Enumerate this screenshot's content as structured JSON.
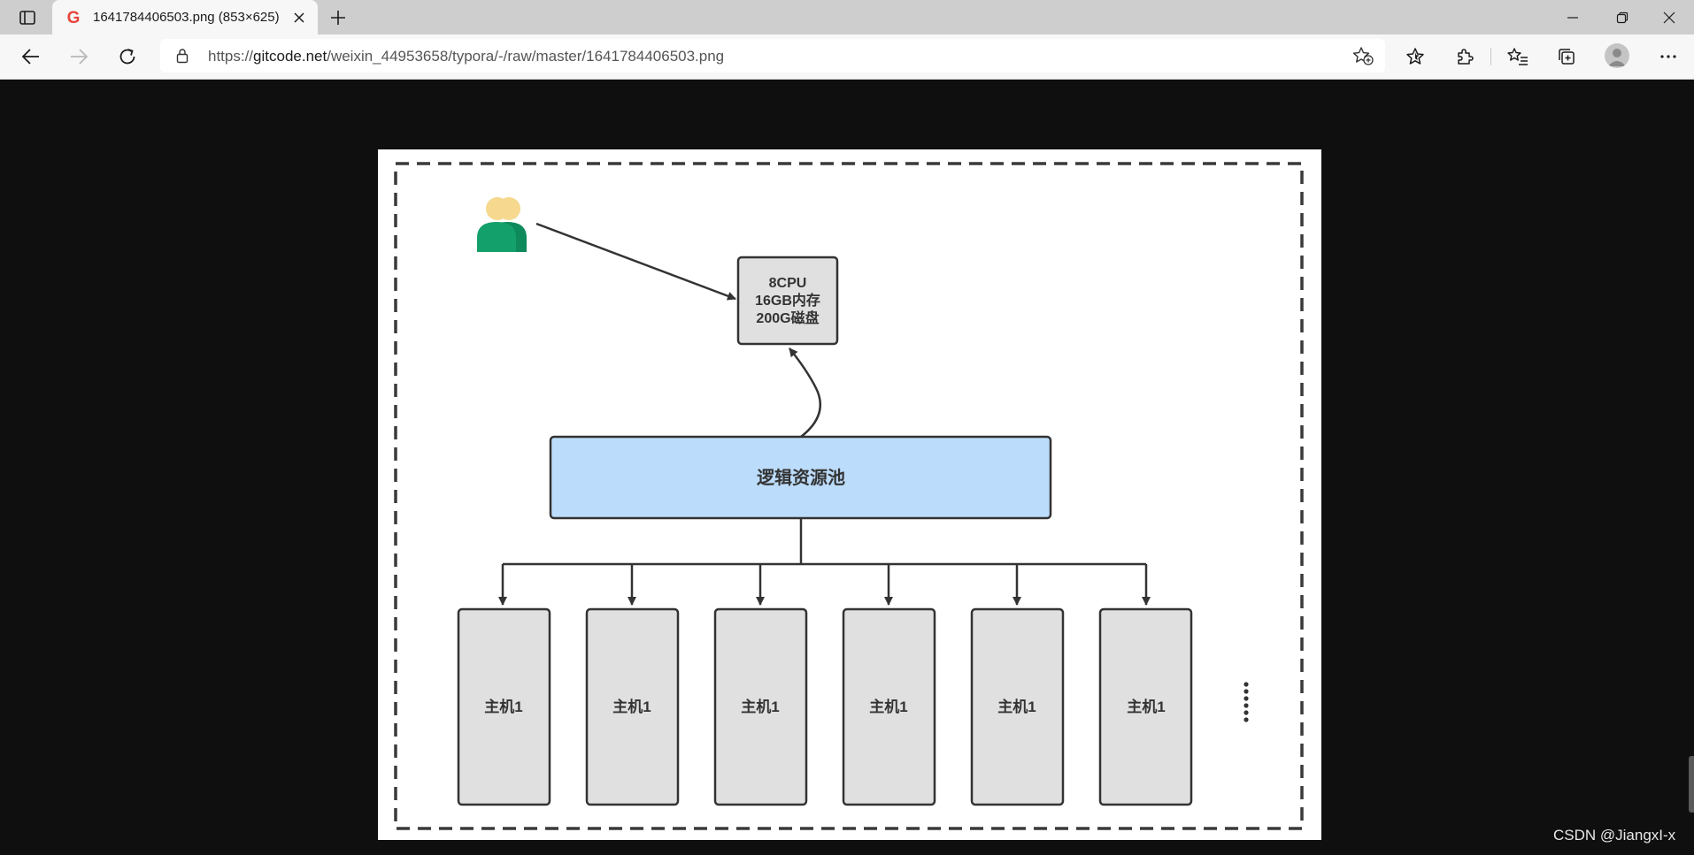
{
  "browser": {
    "tab": {
      "title": "1641784406503.png (853×625)",
      "favicon": "G"
    },
    "address_bar": {
      "protocol": "https://",
      "host": "gitcode.net",
      "path": "/weixin_44953658/typora/-/raw/master/1641784406503.png"
    },
    "icons": {
      "tab_actions": "tab-actions-icon",
      "close_tab": "close-icon",
      "new_tab": "plus-icon",
      "minimize": "minimize-icon",
      "restore": "restore-icon",
      "close_window": "close-icon",
      "back": "back-arrow-icon",
      "forward": "forward-arrow-icon",
      "refresh": "refresh-icon",
      "lock": "lock-icon",
      "add_favorite": "star-plus-icon",
      "favorites": "star-icon",
      "extensions": "puzzle-icon",
      "favorites_bar": "favorites-list-icon",
      "collections": "collections-icon",
      "profile": "avatar",
      "more": "more-icon"
    },
    "colors": {
      "tabstrip": "#cecece",
      "toolbar": "#f7f7f7",
      "viewer_background": "#0f0f0f",
      "favicon_red": "#e8453c"
    }
  },
  "diagram": {
    "server_box": {
      "line1": "8CPU",
      "line2": "16GB内存",
      "line3": "200G磁盘"
    },
    "pool_label": "逻辑资源池",
    "hosts": [
      "主机1",
      "主机1",
      "主机1",
      "主机1",
      "主机1",
      "主机1"
    ],
    "icons": {
      "users": "users-icon",
      "more": "vertical-ellipsis-icon"
    },
    "colors": {
      "pool_fill": "#bcdcfb",
      "host_fill": "#e0e0e0",
      "users_green": "#14a06b",
      "users_head": "#f6d98f",
      "stroke": "#333333"
    }
  },
  "watermark": "CSDN @JiangxI-x"
}
